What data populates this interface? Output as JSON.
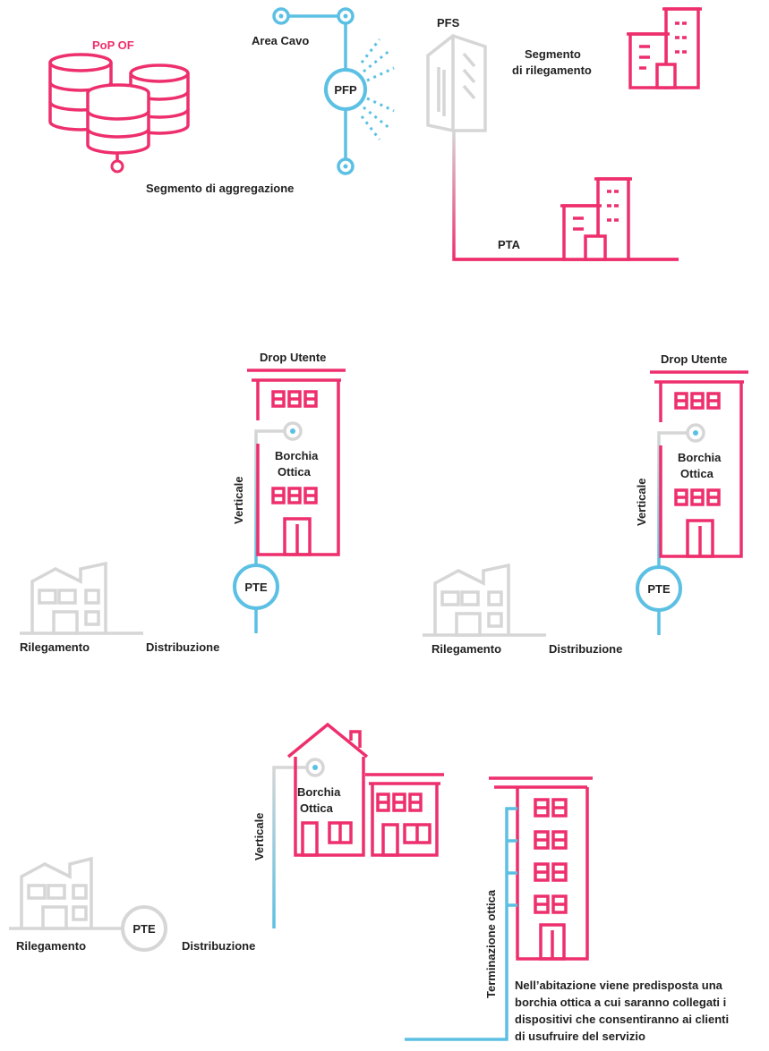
{
  "colors": {
    "pink": "#ee2f6d",
    "blue": "#5bc0e3",
    "gray": "#d6d6d6",
    "text": "#222222"
  },
  "top": {
    "pop_label": "PoP OF",
    "area_cavo": "Area Cavo",
    "pfp": "PFP",
    "pfs": "PFS",
    "segmento_line1": "Segmento",
    "segmento_line2": "di rilegamento",
    "pta": "PTA",
    "aggregazione": "Segmento di aggregazione"
  },
  "middle_left": {
    "drop": "Drop Utente",
    "borchia_1": "Borchia",
    "borchia_2": "Ottica",
    "verticale": "Verticale",
    "pte": "PTE",
    "rilegamento": "Rilegamento",
    "distribuzione": "Distribuzione"
  },
  "middle_right": {
    "drop": "Drop Utente",
    "borchia_1": "Borchia",
    "borchia_2": "Ottica",
    "verticale": "Verticale",
    "pte": "PTE",
    "rilegamento": "Rilegamento",
    "distribuzione": "Distribuzione"
  },
  "bottom_left": {
    "borchia_1": "Borchia",
    "borchia_2": "Ottica",
    "verticale": "Verticale",
    "pte": "PTE",
    "rilegamento": "Rilegamento",
    "distribuzione": "Distribuzione"
  },
  "bottom_right": {
    "terminazione": "Terminazione ottica",
    "note_1": "Nell’abitazione viene predisposta una",
    "note_2": "borchia ottica a cui saranno collegati i",
    "note_3": "dispositivi che consentiranno ai clienti",
    "note_4": "di usufruire del servizio"
  }
}
